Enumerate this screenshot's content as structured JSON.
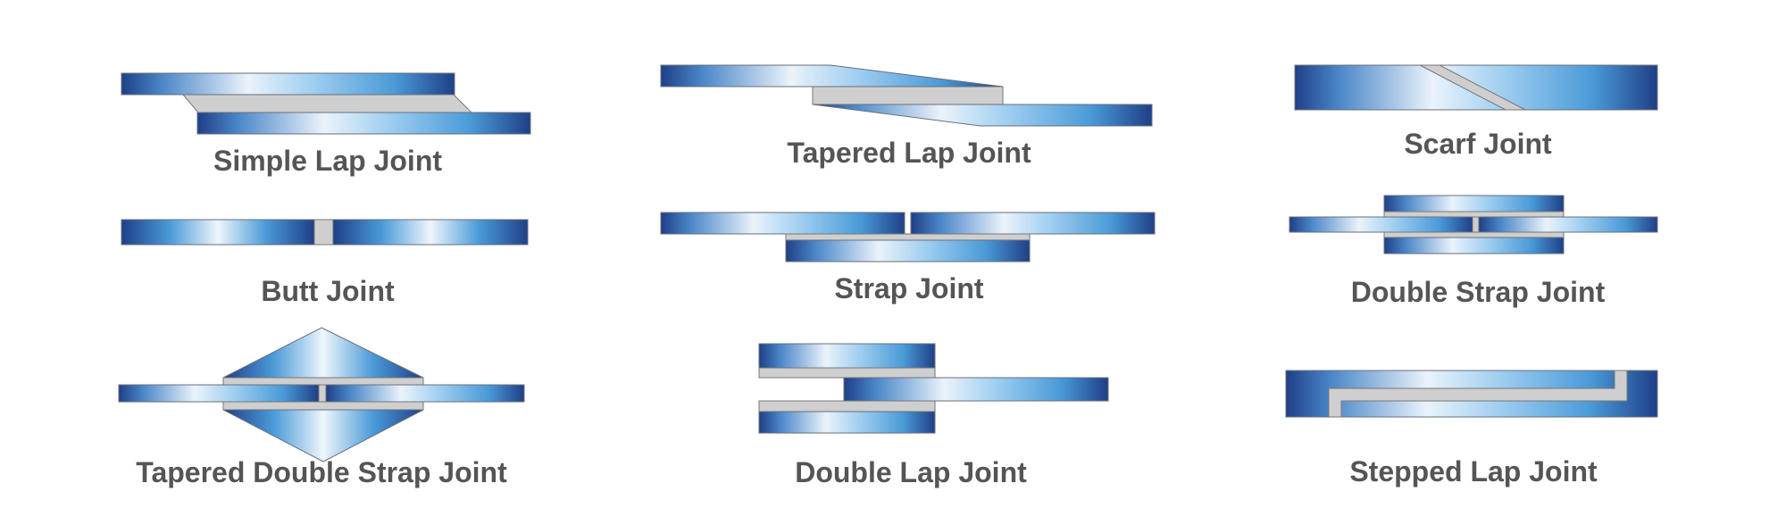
{
  "joints": {
    "simple_lap": "Simple Lap Joint",
    "tapered_lap": "Tapered Lap Joint",
    "scarf": "Scarf Joint",
    "butt": "Butt Joint",
    "strap": "Strap Joint",
    "double_strap": "Double Strap Joint",
    "tapered_double_strap": "Tapered Double Strap Joint",
    "double_lap": "Double Lap Joint",
    "stepped_lap": "Stepped Lap Joint"
  },
  "colors": {
    "plate_dark": "#1f3f86",
    "plate_mid": "#4a9ad8",
    "plate_light": "#eaf3fb",
    "adhesive": "#cfcfcf",
    "label": "#555555"
  }
}
